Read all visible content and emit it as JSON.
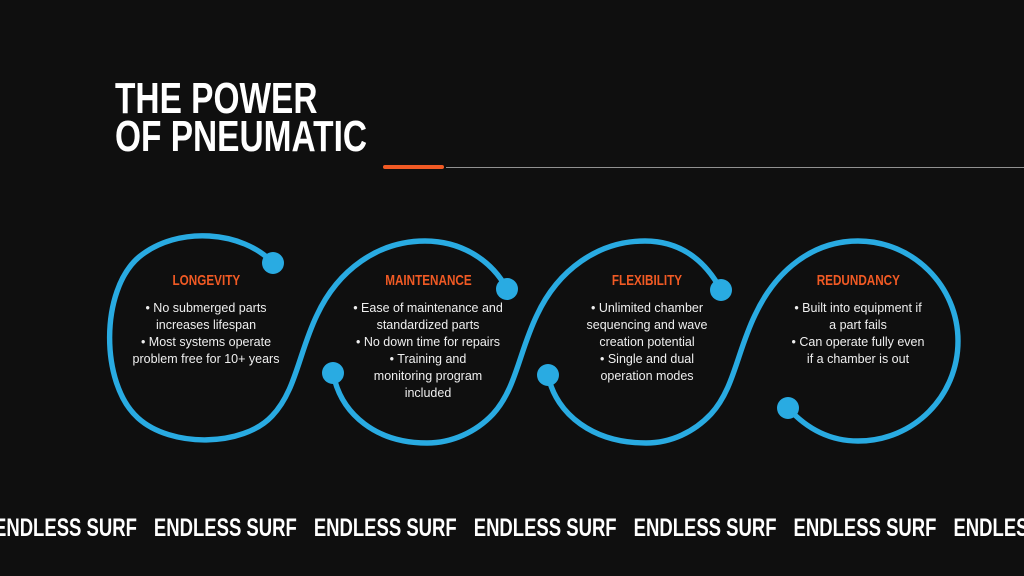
{
  "slide": {
    "title": {
      "line1": "THE POWER",
      "line2": "OF PNEUMATIC"
    }
  },
  "cards": [
    {
      "id": "longevity",
      "title": "LONGEVITY",
      "lines": [
        "• No submerged parts",
        "increases lifespan",
        "• Most systems operate",
        "problem free for 10+ years"
      ]
    },
    {
      "id": "maintenance",
      "title": "MAINTENANCE",
      "lines": [
        "• Ease of maintenance and",
        "standardized parts",
        "• No down time for repairs",
        "• Training and",
        "monitoring program",
        "included"
      ]
    },
    {
      "id": "flexibility",
      "title": "FLEXIBILITY",
      "lines": [
        "• Unlimited chamber",
        "sequencing and wave",
        "creation potential",
        "• Single and dual",
        "operation modes"
      ]
    },
    {
      "id": "redundancy",
      "title": "REDUNDANCY",
      "lines": [
        "• Built into equipment if",
        "a part fails",
        "• Can operate fully even",
        "if a chamber is out"
      ]
    }
  ],
  "ticker": {
    "items": [
      "ENDLESS SURF",
      "ENDLESS SURF",
      "ENDLESS SURF",
      "ENDLESS SURF",
      "ENDLESS SURF",
      "ENDLESS SURF",
      "ENDLESS SURF"
    ]
  },
  "colors": {
    "background": "#0f0f0f",
    "accent_orange": "#f15a24",
    "curve_blue": "#29abe2",
    "text_white": "#ffffff",
    "body_text": "#efefef",
    "divider_gray": "#a8a8a8"
  }
}
